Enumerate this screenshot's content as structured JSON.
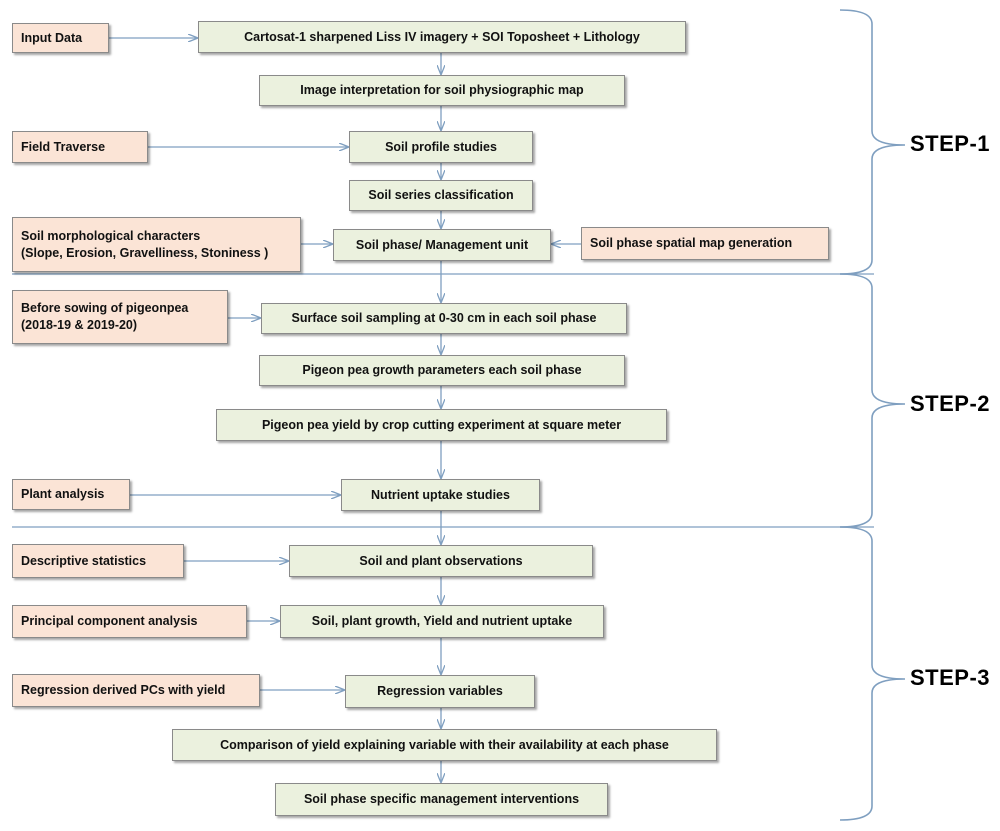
{
  "steps": [
    {
      "id": "step1",
      "label": "STEP-1"
    },
    {
      "id": "step2",
      "label": "STEP-2"
    },
    {
      "id": "step3",
      "label": "STEP-3"
    }
  ],
  "inputs": {
    "input_data": "Input Data",
    "field_traverse": "Field Traverse",
    "soil_morphological": "Soil morphological characters\n(Slope, Erosion, Gravelliness, Stoniness )",
    "before_sowing": "Before sowing of pigeonpea\n(2018-19 & 2019-20)",
    "plant_analysis": "Plant analysis",
    "descriptive_statistics": "Descriptive statistics",
    "pca": "Principal component analysis",
    "regression_pcs": "Regression derived PCs with yield",
    "soil_phase_map": "Soil phase spatial map generation"
  },
  "processes": {
    "cartosat": "Cartosat-1 sharpened Liss IV  imagery + SOI Toposheet + Lithology",
    "image_interpretation": "Image interpretation for soil physiographic  map",
    "soil_profile": "Soil profile studies",
    "soil_series": "Soil series classification",
    "soil_phase": "Soil phase/ Management unit",
    "surface_sampling": "Surface soil sampling at 0-30 cm in each soil phase",
    "growth_params": "Pigeon pea growth parameters each soil phase",
    "yield_cutting": "Pigeon pea yield by crop cutting experiment at square meter",
    "nutrient_uptake": "Nutrient uptake studies",
    "soil_plant_obs": "Soil and plant observations",
    "soil_plant_growth": "Soil, plant growth, Yield and nutrient uptake",
    "regression_vars": "Regression variables",
    "comparison": "Comparison of yield explaining variable with their availability at each phase",
    "interventions": "Soil phase specific management interventions"
  },
  "colors": {
    "process_fill": "#ebf1de",
    "input_fill": "#fbe4d6",
    "connector": "#7f9fc0",
    "bracket": "#7f9fc0"
  }
}
